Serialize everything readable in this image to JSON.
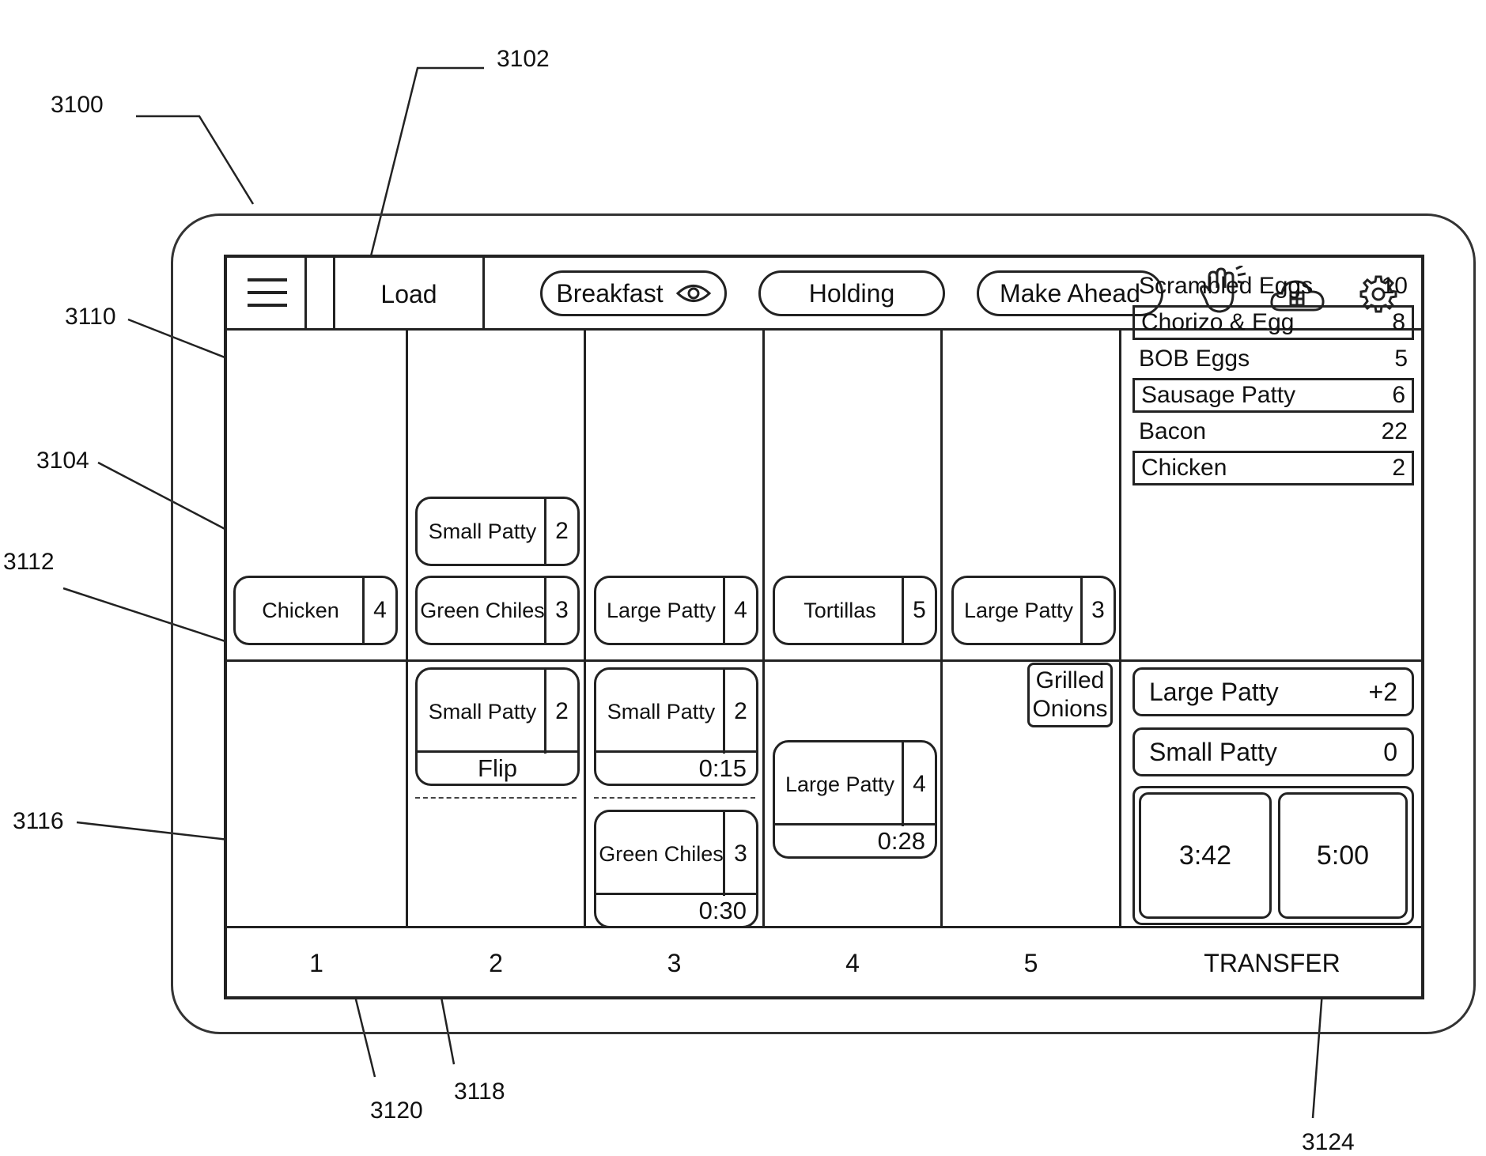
{
  "refs": {
    "device": "3100",
    "toolbar": "3102",
    "upper_area": "3110",
    "card": "3104",
    "divider": "3112",
    "lower_area": "3116",
    "column_line": "3118",
    "column_label": "3120",
    "timer": "3124"
  },
  "toolbar": {
    "load_label": "Load",
    "tab_breakfast": "Breakfast",
    "tab_holding": "Holding",
    "tab_make_ahead": "Make Ahead"
  },
  "upper_cards": [
    {
      "name": "Chicken",
      "qty": "4"
    },
    {
      "name": "Small Patty",
      "qty": "2"
    },
    {
      "name": "Green Chiles",
      "qty": "3"
    },
    {
      "name": "Large Patty",
      "qty": "4"
    },
    {
      "name": "Tortillas",
      "qty": "5"
    },
    {
      "name": "Large Patty",
      "qty": "3"
    }
  ],
  "lower_cards": [
    {
      "name": "Small Patty",
      "qty": "2",
      "footer": "Flip"
    },
    {
      "name": "Small Patty",
      "qty": "2",
      "footer": "0:15"
    },
    {
      "name": "Green Chiles",
      "qty": "3",
      "footer": "0:30"
    },
    {
      "name": "Large Patty",
      "qty": "4",
      "footer": "0:28"
    }
  ],
  "grilled_onions": "Grilled Onions",
  "inventory": [
    {
      "name": "Scrambled Eggs",
      "count": "10"
    },
    {
      "name": "Chorizo & Egg",
      "count": "8"
    },
    {
      "name": "BOB Eggs",
      "count": "5"
    },
    {
      "name": "Sausage Patty",
      "count": "6"
    },
    {
      "name": "Bacon",
      "count": "22"
    },
    {
      "name": "Chicken",
      "count": "2"
    }
  ],
  "transfers": [
    {
      "name": "Large Patty",
      "delta": "+2"
    },
    {
      "name": "Small Patty",
      "delta": "0"
    }
  ],
  "timers": [
    "3:42",
    "5:00"
  ],
  "columns": [
    "1",
    "2",
    "3",
    "4",
    "5"
  ],
  "transfer_label": "TRANSFER",
  "icons": [
    "menu-icon",
    "eye-icon",
    "hand-icon",
    "cloud-icon",
    "gear-icon"
  ]
}
